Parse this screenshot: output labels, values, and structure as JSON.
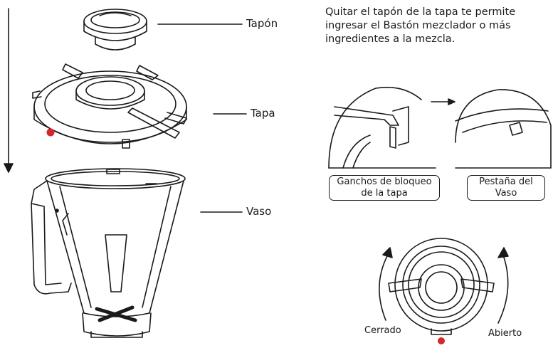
{
  "parts": {
    "cap_label": "Tapón",
    "lid_label": "Tapa",
    "jar_label": "Vaso"
  },
  "note": {
    "line1": "Quitar el tapón de la tapa te permite",
    "line2": "ingresar el Bastón mezclador o más",
    "line3": "ingredientes a la mezcla."
  },
  "callouts": {
    "hooks_line1": "Ganchos de bloqueo",
    "hooks_line2": "de la tapa",
    "tab_line1": "Pestaña del",
    "tab_line2": "Vaso"
  },
  "rotation": {
    "closed_label": "Cerrado",
    "open_label": "Abierto"
  },
  "colors": {
    "line": "#1a1a1a",
    "indicator": "#d7262b"
  }
}
